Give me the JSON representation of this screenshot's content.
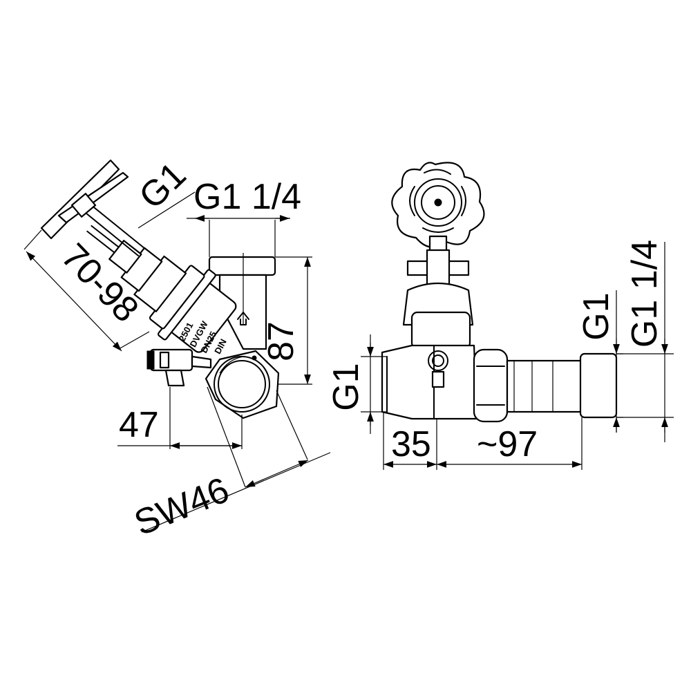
{
  "left_view": {
    "dim_g1": "G1",
    "dim_g1_1_4": "G1 1/4",
    "dim_70_98": "70-98",
    "dim_87": "87",
    "dim_47": "47",
    "dim_sw46": "SW46",
    "body_marking": [
      "2501",
      "DVGW",
      "DN25",
      "DIN"
    ]
  },
  "right_view": {
    "dim_g1_left": "G1",
    "dim_35": "35",
    "dim_97": "~97",
    "dim_g1_right": "G1",
    "dim_g1_1_4_right": "G1 1/4"
  }
}
